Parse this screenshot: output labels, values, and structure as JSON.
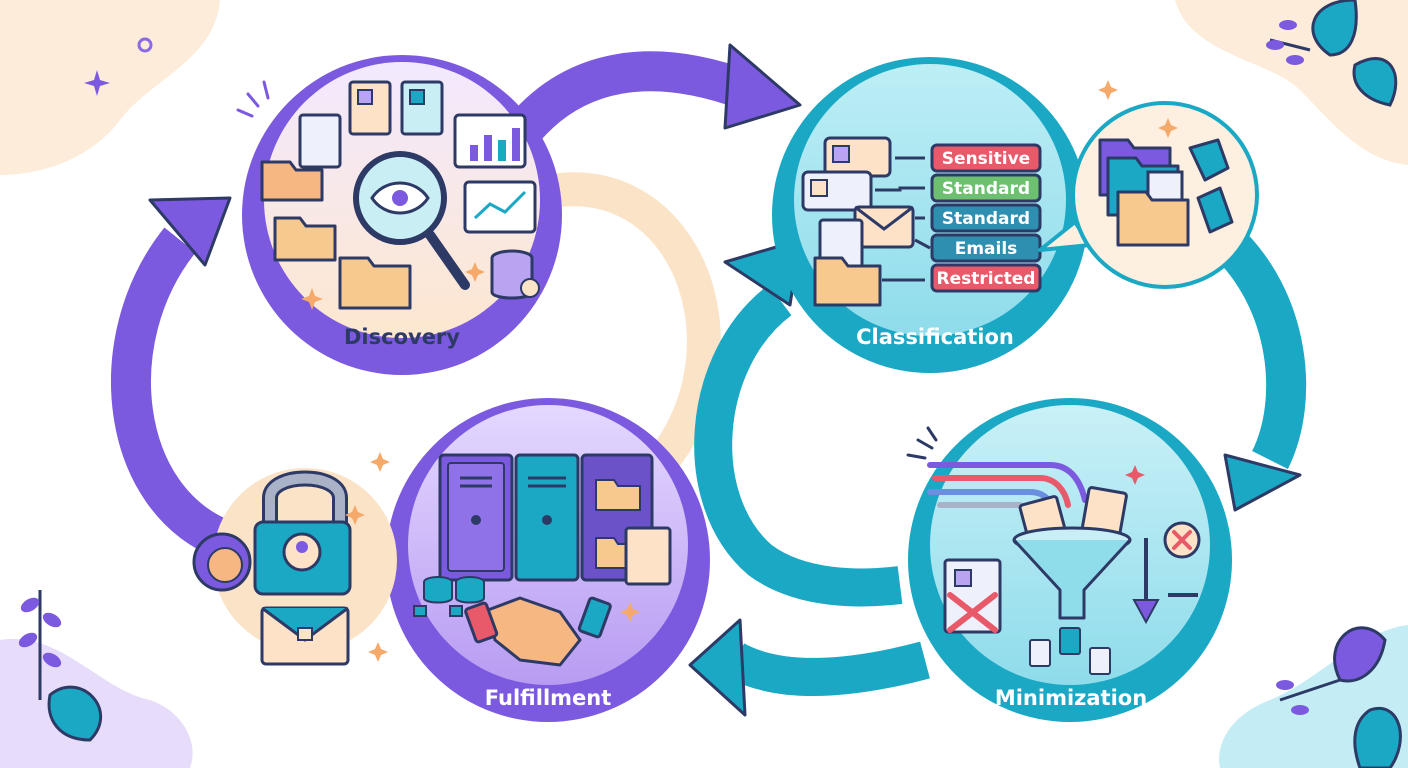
{
  "stages": {
    "discovery": {
      "label": "Discovery",
      "color": "#7b5ae0"
    },
    "classification": {
      "label": "Classification",
      "color": "#1aa8c4"
    },
    "minimization": {
      "label": "Minimization",
      "color": "#1aa8c4"
    },
    "fulfillment": {
      "label": "Fulfillment",
      "color": "#7b5ae0"
    }
  },
  "classification_tags": [
    {
      "label": "Sensitive",
      "color": "#e85a6a"
    },
    {
      "label": "Standard",
      "color": "#6cc070"
    },
    {
      "label": "Standard",
      "color": "#2f8fb0"
    },
    {
      "label": "Emails",
      "color": "#2f8fb0"
    },
    {
      "label": "Restricted",
      "color": "#e85a6a"
    }
  ],
  "colors": {
    "purple": "#7b5ae0",
    "teal": "#1aa8c4",
    "peach": "#fbe3c8",
    "navy": "#2e3a66"
  }
}
